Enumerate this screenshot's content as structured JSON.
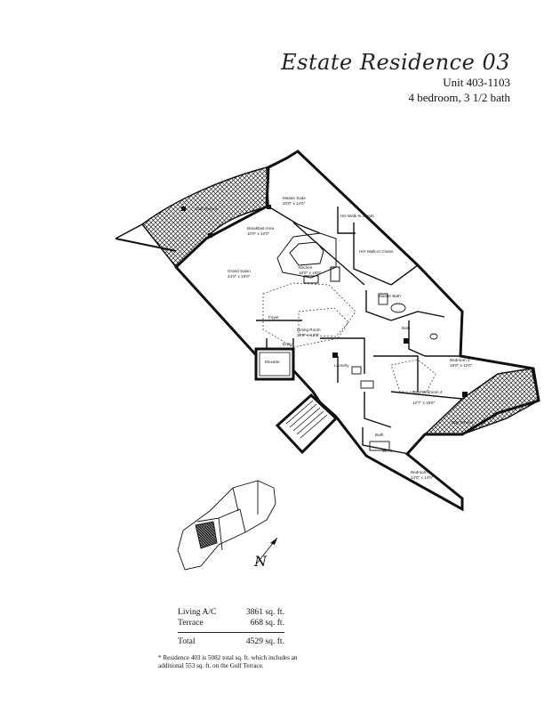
{
  "header": {
    "title": "Estate Residence 03",
    "unit": "Unit 403-1103",
    "beds": "4 bedroom, 3 1/2 bath"
  },
  "rooms": [
    {
      "name": "Golf Terrace",
      "dim": ""
    },
    {
      "name": "Breakfast Area",
      "dim": "10'0\" x 10'0\""
    },
    {
      "name": "Master Suite",
      "dim": "20'0\" x 14'0\""
    },
    {
      "name": "His Walk-In Closet",
      "dim": ""
    },
    {
      "name": "Her Walk-In Closet",
      "dim": ""
    },
    {
      "name": "Kitchen",
      "dim": "16'0\" x 18'0\""
    },
    {
      "name": "Grand Salon",
      "dim": "24'0\" x 16'0\""
    },
    {
      "name": "Master Bath",
      "dim": ""
    },
    {
      "name": "Foyer",
      "dim": ""
    },
    {
      "name": "Entry",
      "dim": ""
    },
    {
      "name": "Dining Room",
      "dim": "16'0\" x 12'0\""
    },
    {
      "name": "Elevator",
      "dim": ""
    },
    {
      "name": "Bath",
      "dim": ""
    },
    {
      "name": "Laundry",
      "dim": ""
    },
    {
      "name": "Bedroom 3",
      "dim": "18'0\" x 12'0\""
    },
    {
      "name": "Den/ Bedroom 4",
      "dim": "12'7\" x 15'6\""
    },
    {
      "name": "Bay Terrace",
      "dim": ""
    },
    {
      "name": "Bath",
      "dim": ""
    },
    {
      "name": "W.I.C.",
      "dim": ""
    },
    {
      "name": "Bedroom 2",
      "dim": "14'0\" x 14'0\""
    }
  ],
  "compass": "N",
  "summary": {
    "rows": [
      {
        "label": "Living A/C",
        "value": "3861 sq. ft."
      },
      {
        "label": "Terrace",
        "value": "668 sq. ft."
      }
    ],
    "total": {
      "label": "Total",
      "value": "4529 sq. ft."
    },
    "note": "* Residence 403 is 5082 total sq. ft. which includes an additional 553 sq. ft. on the Gulf Terrace."
  }
}
